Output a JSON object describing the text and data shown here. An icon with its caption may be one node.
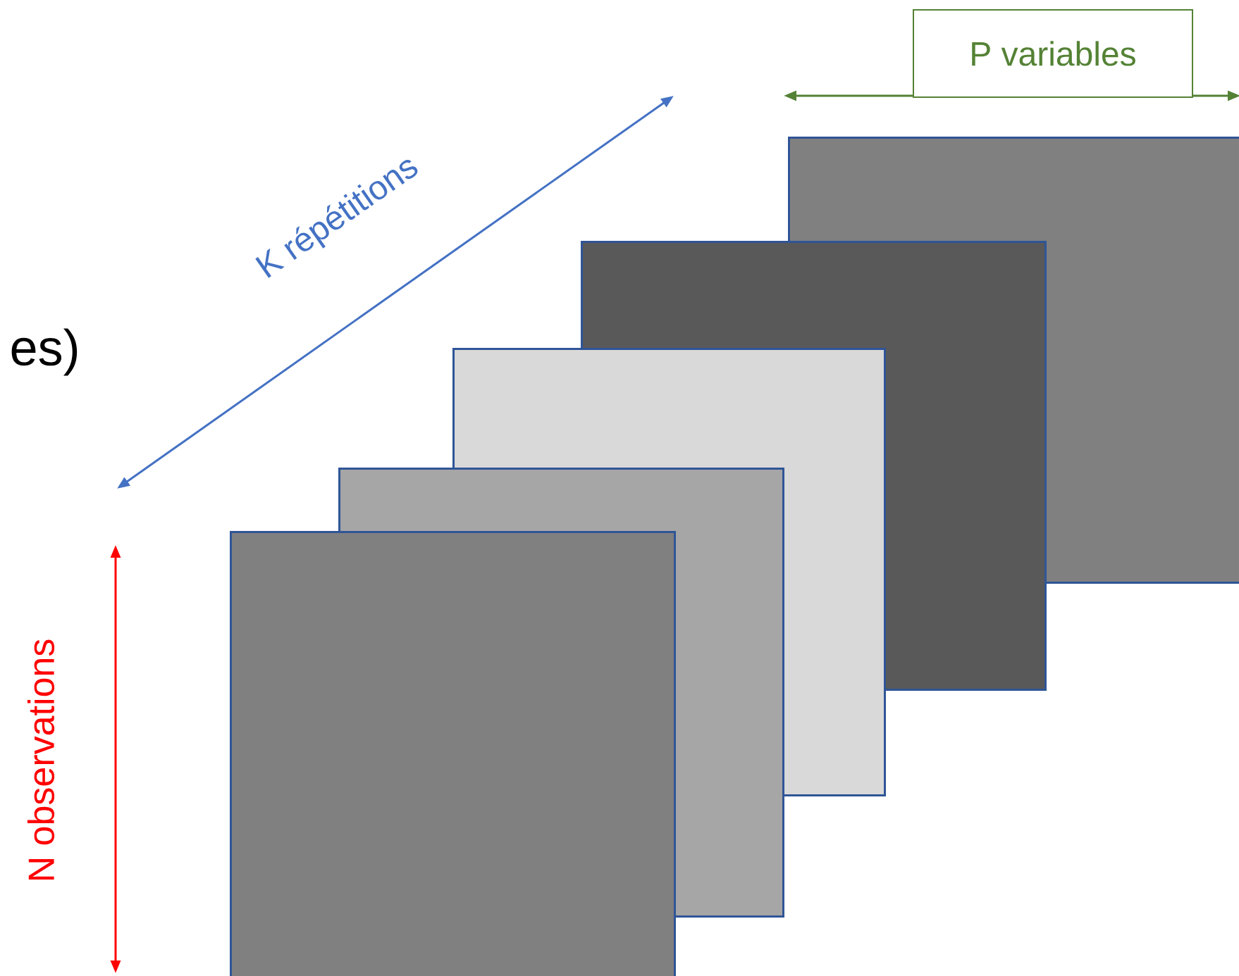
{
  "diagram": {
    "nodes": [
      {
        "text": [],
        "shape": "box"
      },
      {
        "text": [],
        "shape": "box"
      },
      {
        "text": [],
        "shape": "box"
      },
      {
        "text": [],
        "shape": "box"
      },
      {
        "text": [],
        "shape": "box"
      },
      {
        "text": [
          "P variables"
        ]
      }
    ],
    "labels": [
      "es)",
      "K répétitions",
      "N observations"
    ]
  }
}
